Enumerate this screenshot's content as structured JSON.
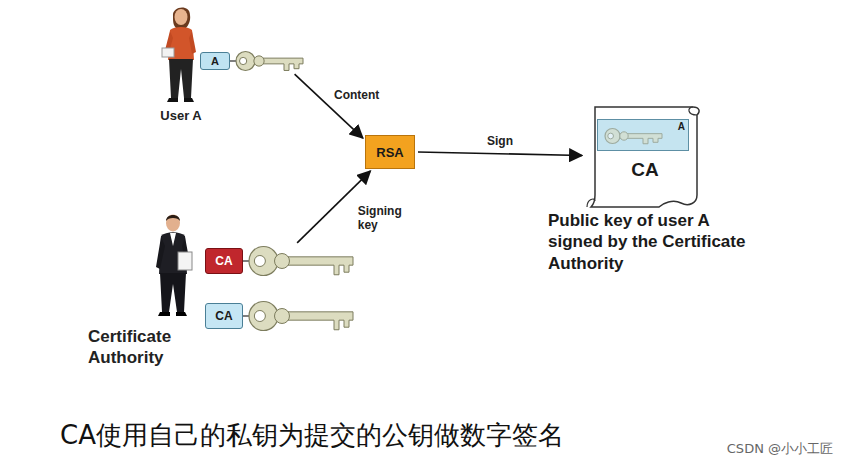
{
  "diagram": {
    "caption": "CA使用自己的私钥为提交的公钥做数字签名",
    "nodes": [
      {
        "text": [
          "User A"
        ]
      },
      {
        "text": [
          "A"
        ]
      },
      {
        "text": [
          "RSA"
        ]
      },
      {
        "text": [
          "CA",
          "Public key of user A signed by the Certificate Authority"
        ]
      },
      {
        "text": [
          "A"
        ],
        "in": 3
      },
      {
        "text": [
          "Certificate Authority"
        ]
      },
      {
        "text": [
          "CA"
        ]
      },
      {
        "text": [
          "CA"
        ]
      }
    ],
    "edges": [
      {
        "from": 1,
        "to": 2,
        "label": "Content",
        "arrow": "to"
      },
      {
        "from": 6,
        "to": 2,
        "label": "Signing key",
        "arrow": "to"
      },
      {
        "from": 2,
        "to": 3,
        "label": "Sign",
        "arrow": "to"
      }
    ],
    "labels": [
      "CSDN @小小工匠"
    ]
  }
}
